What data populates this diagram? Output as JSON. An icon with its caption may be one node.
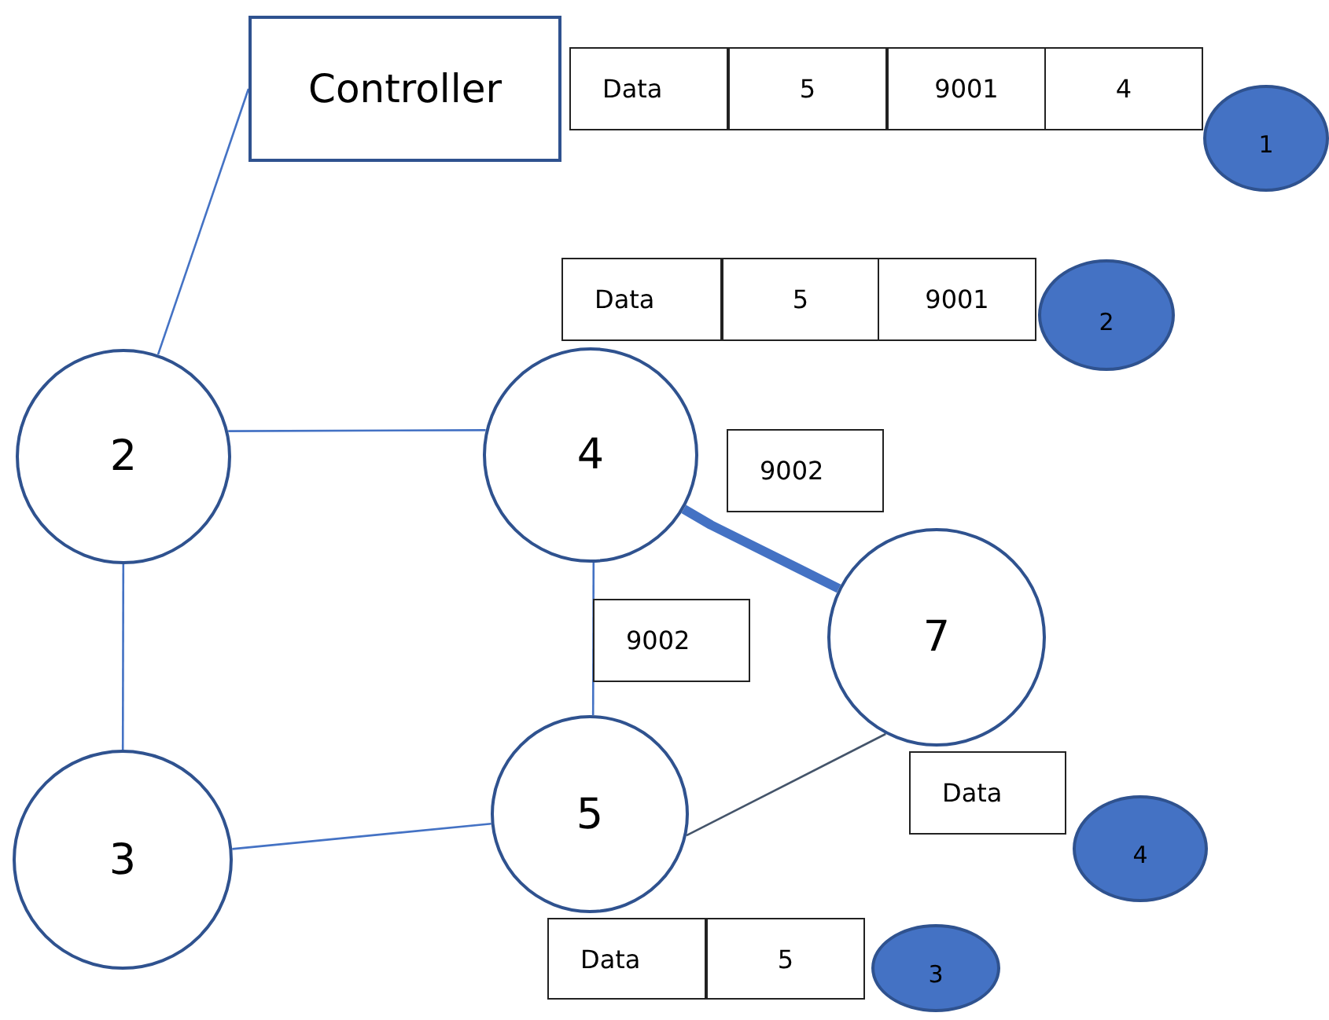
{
  "diagram": {
    "nodes": [
      {
        "text": [
          "Controller"
        ]
      },
      {
        "text": [
          "Data"
        ]
      },
      {
        "text": [
          "5"
        ]
      },
      {
        "text": [
          "9001"
        ]
      },
      {
        "text": [
          "4"
        ]
      },
      {
        "text": [
          "1"
        ]
      },
      {
        "text": [
          "Data"
        ]
      },
      {
        "text": [
          "5"
        ]
      },
      {
        "text": [
          "9001"
        ]
      },
      {
        "text": [
          "2"
        ]
      },
      {
        "text": [
          "2"
        ]
      },
      {
        "text": [
          "4"
        ]
      },
      {
        "text": [
          "9002"
        ]
      },
      {
        "text": [
          "7"
        ]
      },
      {
        "text": [
          "9002"
        ]
      },
      {
        "text": [
          "Data"
        ]
      },
      {
        "text": [
          "4"
        ]
      },
      {
        "text": [
          "3"
        ]
      },
      {
        "text": [
          "5"
        ]
      },
      {
        "text": [
          "Data"
        ]
      },
      {
        "text": [
          "5"
        ]
      },
      {
        "text": [
          "3"
        ]
      }
    ],
    "edges": [
      {
        "from": 0,
        "to": 10,
        "arrow": "none"
      },
      {
        "from": 10,
        "to": 11,
        "arrow": "none"
      },
      {
        "from": 10,
        "to": 17,
        "arrow": "none"
      },
      {
        "from": 11,
        "to": 18,
        "arrow": "none"
      },
      {
        "from": 11,
        "to": 13,
        "arrow": "none",
        "style": "thick"
      },
      {
        "from": 17,
        "to": 18,
        "arrow": "none"
      },
      {
        "from": 18,
        "to": 13,
        "arrow": "none",
        "color": "#44546a"
      }
    ]
  }
}
